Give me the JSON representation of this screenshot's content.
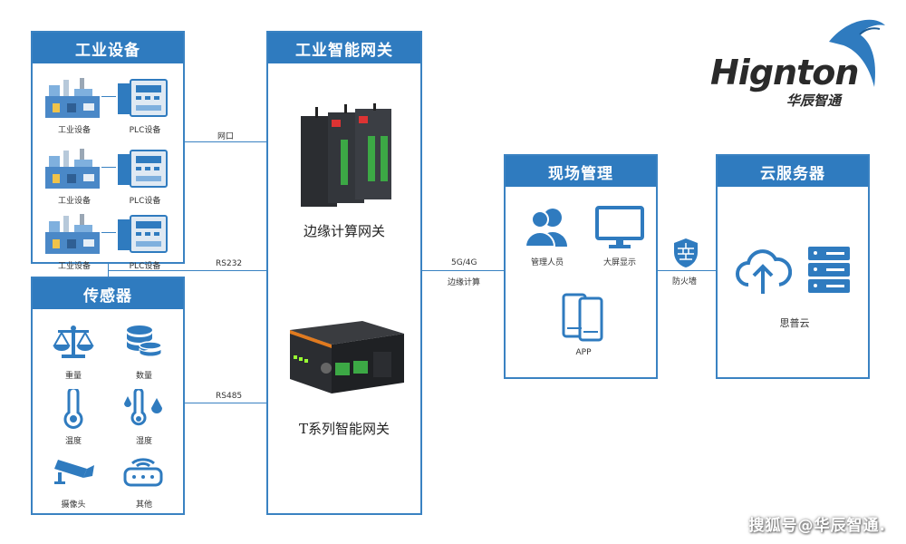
{
  "colors": {
    "accent": "#2f7bbf",
    "line": "#3a82c2",
    "device_dark": "#2b2d31",
    "device_green": "#3ca845"
  },
  "logo": {
    "brand": "Hignton",
    "cn_name": "华辰智通"
  },
  "industrial": {
    "title": "工业设备",
    "rows": [
      {
        "device_label": "工业设备",
        "plc_label": "PLC设备",
        "icon": "factory-icon"
      },
      {
        "device_label": "工业设备",
        "plc_label": "PLC设备",
        "icon": "factory-icon"
      },
      {
        "device_label": "工业设备",
        "plc_label": "PLC设备",
        "icon": "factory-icon"
      }
    ]
  },
  "sensors": {
    "title": "传感器",
    "items": [
      {
        "label": "重量",
        "icon": "scale-icon"
      },
      {
        "label": "数量",
        "icon": "database-icon"
      },
      {
        "label": "温度",
        "icon": "thermometer-icon"
      },
      {
        "label": "湿度",
        "icon": "humidity-icon"
      },
      {
        "label": "摄像头",
        "icon": "camera-icon"
      },
      {
        "label": "其他",
        "icon": "router-icon"
      }
    ]
  },
  "gateway": {
    "title": "工业智能网关",
    "edge_label": "边缘计算网关",
    "t_label": "T系列智能网关"
  },
  "connections": {
    "ethernet": "网口",
    "rs232": "RS232",
    "rs485": "RS485",
    "network_top": "5G/4G",
    "network_bottom": "边缘计算",
    "firewall": "防火墙"
  },
  "site": {
    "title": "现场管理",
    "items": [
      {
        "label": "管理人员",
        "icon": "users-icon"
      },
      {
        "label": "大屏显示",
        "icon": "monitor-icon"
      },
      {
        "label": "APP",
        "icon": "mobile-icon"
      }
    ]
  },
  "cloud": {
    "title": "云服务器",
    "label": "思普云",
    "icons": [
      "cloud-upload-icon",
      "server-icon"
    ]
  },
  "watermark": "搜狐号@华辰智通."
}
